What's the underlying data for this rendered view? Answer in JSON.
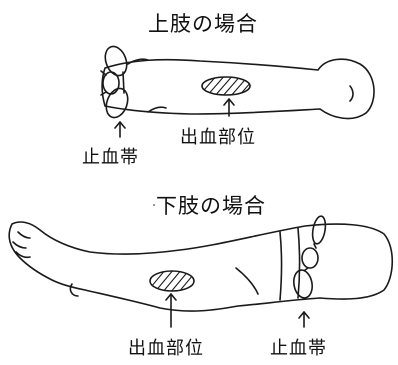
{
  "upper": {
    "title": "上肢の場合",
    "tourniquet_label": "止血帯",
    "bleeding_label": "出血部位"
  },
  "lower": {
    "title": "下肢の場合",
    "bleeding_label": "出血部位",
    "tourniquet_label": "止血帯"
  }
}
